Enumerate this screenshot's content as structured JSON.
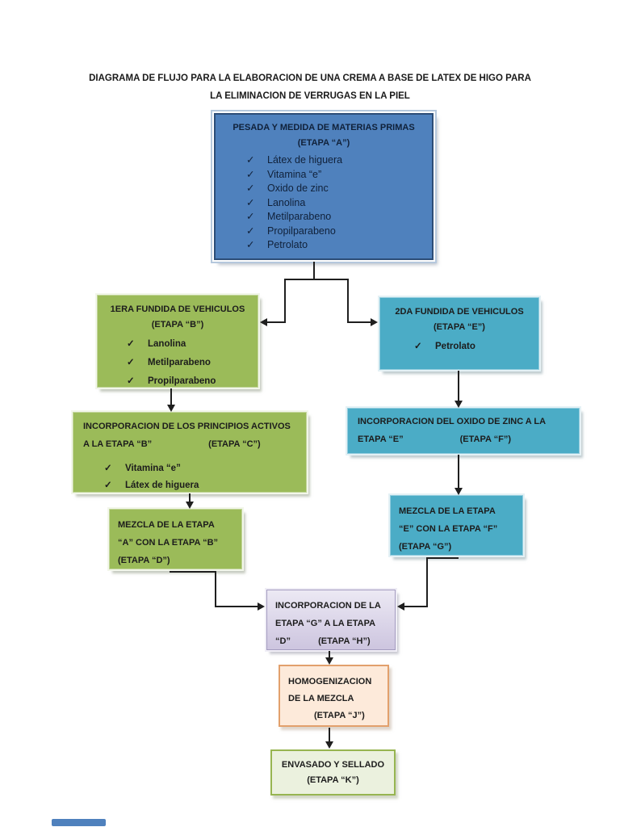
{
  "page": {
    "title_line1": "DIAGRAMA DE FLUJO PARA LA ELABORACION DE UNA CREMA A BASE DE LATEX DE HIGO PARA",
    "title_line2": "LA ELIMINACION DE VERRUGAS EN LA PIEL"
  },
  "icons": {
    "check": "✓"
  },
  "colors": {
    "node_blue": "#4f81bd",
    "node_green": "#9bbb59",
    "node_teal": "#4bacc6",
    "node_lavender": "#cdc5df",
    "node_peach": "#fdeada",
    "node_light_green": "#ebf1de",
    "connector": "#1f1f1f"
  },
  "flowchart": {
    "nodes": {
      "a": {
        "title": "PESADA Y MEDIDA DE MATERIAS PRIMAS",
        "stage": "(ETAPA “A”)",
        "items": [
          "Látex de higuera",
          "Vitamina “e”",
          "Oxido de zinc",
          "Lanolina",
          "Metilparabeno",
          "Propilparabeno",
          "Petrolato"
        ]
      },
      "b": {
        "title": "1ERA FUNDIDA DE VEHICULOS",
        "stage": "(ETAPA “B”)",
        "items": [
          "Lanolina",
          "Metilparabeno",
          "Propilparabeno"
        ]
      },
      "e": {
        "title": "2DA FUNDIDA DE VEHICULOS",
        "stage": "(ETAPA “E”)",
        "items": [
          "Petrolato"
        ]
      },
      "c": {
        "line1": "INCORPORACION DE LOS PRINCIPIOS ACTIVOS",
        "line2": "A LA ETAPA “B”",
        "stage": "(ETAPA “C”)",
        "items": [
          "Vitamina “e”",
          "Látex de higuera"
        ]
      },
      "f": {
        "line1": "INCORPORACION DEL OXIDO DE ZINC A LA",
        "line2": "ETAPA “E”",
        "stage": "(ETAPA “F”)"
      },
      "d": {
        "line1": "MEZCLA DE LA ETAPA",
        "line2": "“A” CON LA ETAPA “B”",
        "stage": "(ETAPA “D”)"
      },
      "g": {
        "line1": "MEZCLA DE LA ETAPA",
        "line2": "“E” CON LA ETAPA “F”",
        "stage": "(ETAPA “G”)"
      },
      "h": {
        "line1": "INCORPORACION DE LA",
        "line2": "ETAPA “G” A LA ETAPA",
        "line3": "“D”",
        "stage": "(ETAPA “H”)"
      },
      "j": {
        "line1": "HOMOGENIZACION",
        "line2": "DE LA MEZCLA",
        "stage": "(ETAPA “J”)"
      },
      "k": {
        "line1": "ENVASADO Y SELLADO",
        "stage": "(ETAPA “K”)"
      }
    }
  }
}
